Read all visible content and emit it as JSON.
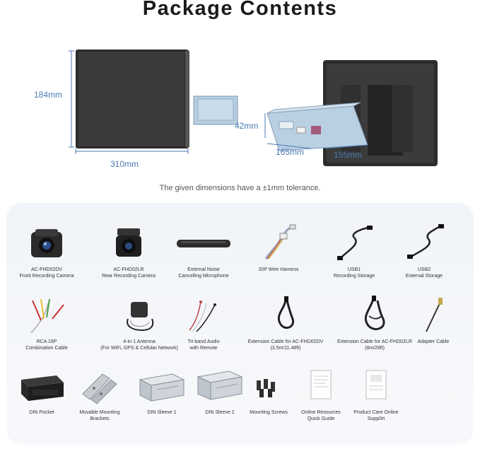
{
  "title": "Package Contents",
  "dimensions": {
    "height": "184mm",
    "width": "310mm",
    "box_height": "42mm",
    "box_width": "165mm",
    "box_depth": "155mm"
  },
  "tolerance_note": "The given dimensions have a ±1mm tolerance.",
  "items": [
    {
      "line1": "AC-FHD02DV",
      "line2": "Front Recording Camera"
    },
    {
      "line1": "AC-FHD02LR",
      "line2": "Rear Recording Camera"
    },
    {
      "line1": "External Noise",
      "line2": "Cancelling Microphone"
    },
    {
      "line1": "20P Wire Harness",
      "line2": ""
    },
    {
      "line1": "USB1",
      "line2": "Recording Storage"
    },
    {
      "line1": "USB2",
      "line2": "External Storage"
    },
    {
      "line1": "RCA 16P",
      "line2": "Combination Cable"
    },
    {
      "line1": "4-in-1 Antenna",
      "line2": "(For WiFi, GPS & Cellular Network)"
    },
    {
      "line1": "Tri-band Audio",
      "line2": "with Remote"
    },
    {
      "line1": "Extension Cable for AC-FHD02DV",
      "line2": "(3.5m/11.48ft)"
    },
    {
      "line1": "Extension Cable for AC-FHD02LR",
      "line2": "(8m/26ft)"
    },
    {
      "line1": "Adapter Cable",
      "line2": ""
    },
    {
      "line1": "DIN Pocket",
      "line2": ""
    },
    {
      "line1": "Movable Mounting",
      "line2": "Brackets"
    },
    {
      "line1": "DIN Sleeve 1",
      "line2": ""
    },
    {
      "line1": "DIN Sleeve 2",
      "line2": ""
    },
    {
      "line1": "Mounting Screws",
      "line2": ""
    },
    {
      "line1": "Online Resources",
      "line2": "Quick Guide"
    },
    {
      "line1": "Product Care Online",
      "line2": "Supp0rt"
    }
  ]
}
